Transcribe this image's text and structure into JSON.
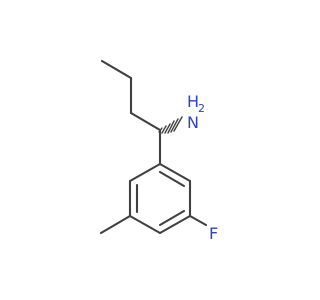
{
  "molecule": {
    "labels": {
      "amine_h": "H",
      "amine_n": "N",
      "amine_sub": "2",
      "fluoro": "F"
    },
    "colors": {
      "bond": "#404040",
      "heteroatom": "#2f3fd0",
      "background": "#ffffff"
    },
    "stereo": "wedge-hashed"
  }
}
